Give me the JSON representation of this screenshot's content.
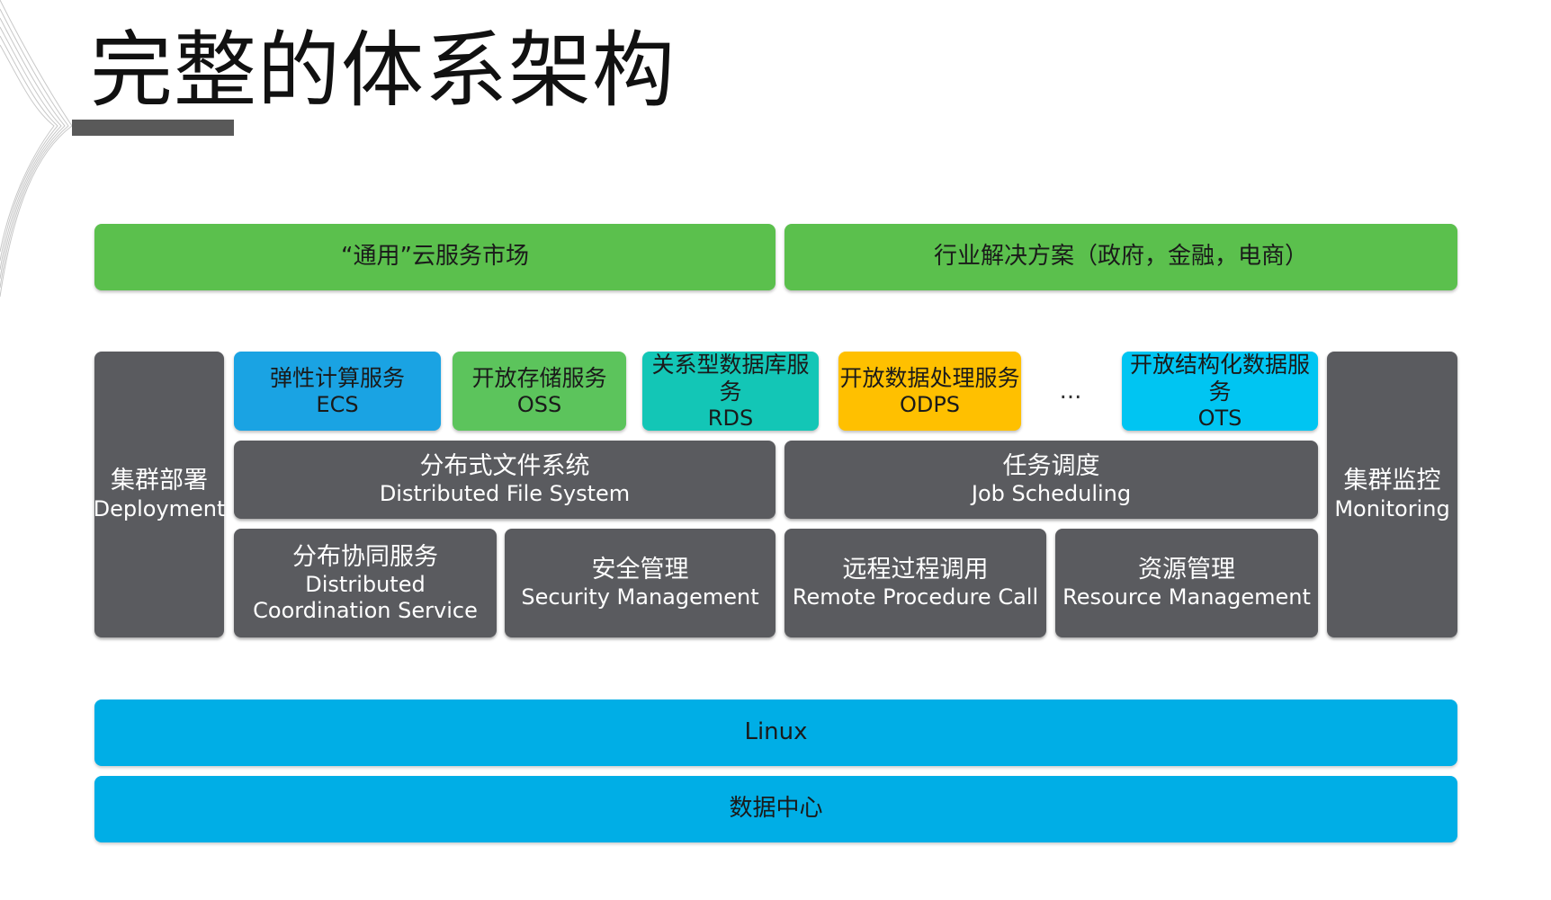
{
  "title": "完整的体系架构",
  "colors": {
    "market_green": "#5bc04d",
    "dark_gray": "#5a5b5f",
    "ecs": "#1aa3e3",
    "oss": "#5cc45c",
    "rds": "#13c6b6",
    "odps": "#ffc000",
    "ots": "#00c5f2",
    "base_blue": "#00aee6"
  },
  "top_layer": {
    "market": "“通用”云服务市场",
    "industry": "行业解决方案（政府，金融，电商）"
  },
  "side": {
    "deployment": {
      "zh": "集群部署",
      "en": "Deployment"
    },
    "monitoring": {
      "zh": "集群监控",
      "en": "Monitoring"
    }
  },
  "services": {
    "ecs": {
      "zh": "弹性计算服务",
      "en": "ECS"
    },
    "oss": {
      "zh": "开放存储服务",
      "en": "OSS"
    },
    "rds": {
      "zh": "关系型数据库服务",
      "en": "RDS"
    },
    "odps": {
      "zh": "开放数据处理服务",
      "en": "ODPS"
    },
    "ellipsis": "...",
    "ots": {
      "zh": "开放结构化数据服务",
      "en": "OTS"
    }
  },
  "core": {
    "dfs": {
      "zh": "分布式文件系统",
      "en": "Distributed File System"
    },
    "job": {
      "zh": "任务调度",
      "en": "Job Scheduling"
    },
    "coord": {
      "zh": "分布协同服务",
      "en": "Distributed Coordination Service"
    },
    "security": {
      "zh": "安全管理",
      "en": "Security Management"
    },
    "rpc": {
      "zh": "远程过程调用",
      "en": "Remote Procedure Call"
    },
    "resource": {
      "zh": "资源管理",
      "en": "Resource Management"
    }
  },
  "base": {
    "linux": "Linux",
    "datacenter": "数据中心"
  }
}
